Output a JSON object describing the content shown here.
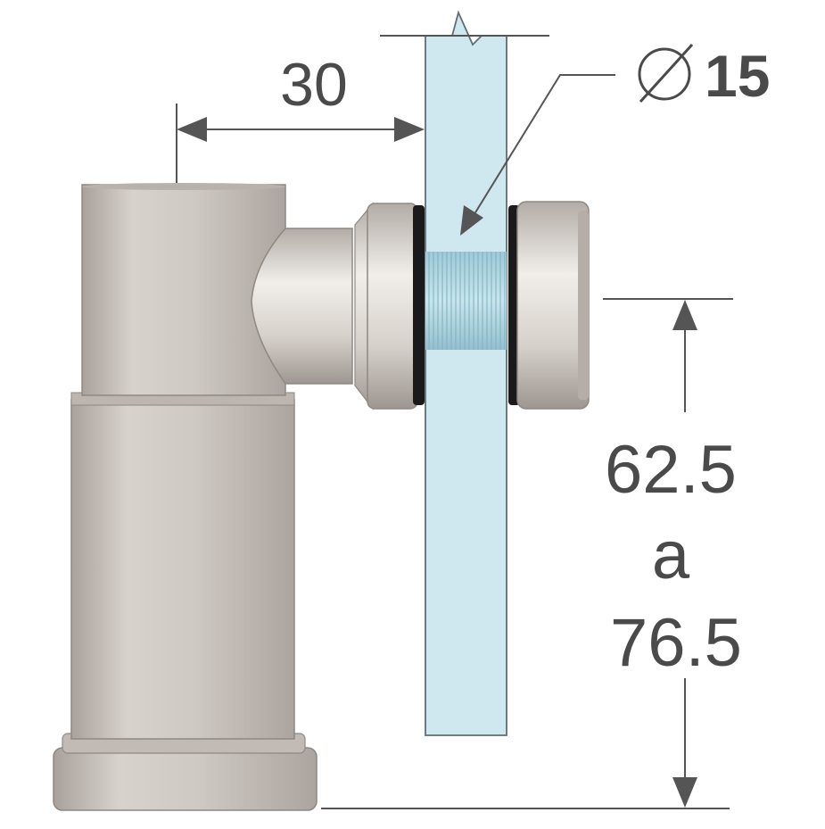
{
  "dimensions": {
    "offset": {
      "value": "30"
    },
    "hole_diameter": {
      "symbol": "∅",
      "value": "15"
    },
    "height_range": {
      "min": "62.5",
      "connector": "a",
      "max": "76.5"
    }
  },
  "colors": {
    "metal_base": "#c9c3bd",
    "glass": "#cfe7ef",
    "glass_edge": "#5f6f74",
    "seal": "#1a1a1a",
    "dimension_line": "#555555",
    "text": "#4a4a4a"
  }
}
